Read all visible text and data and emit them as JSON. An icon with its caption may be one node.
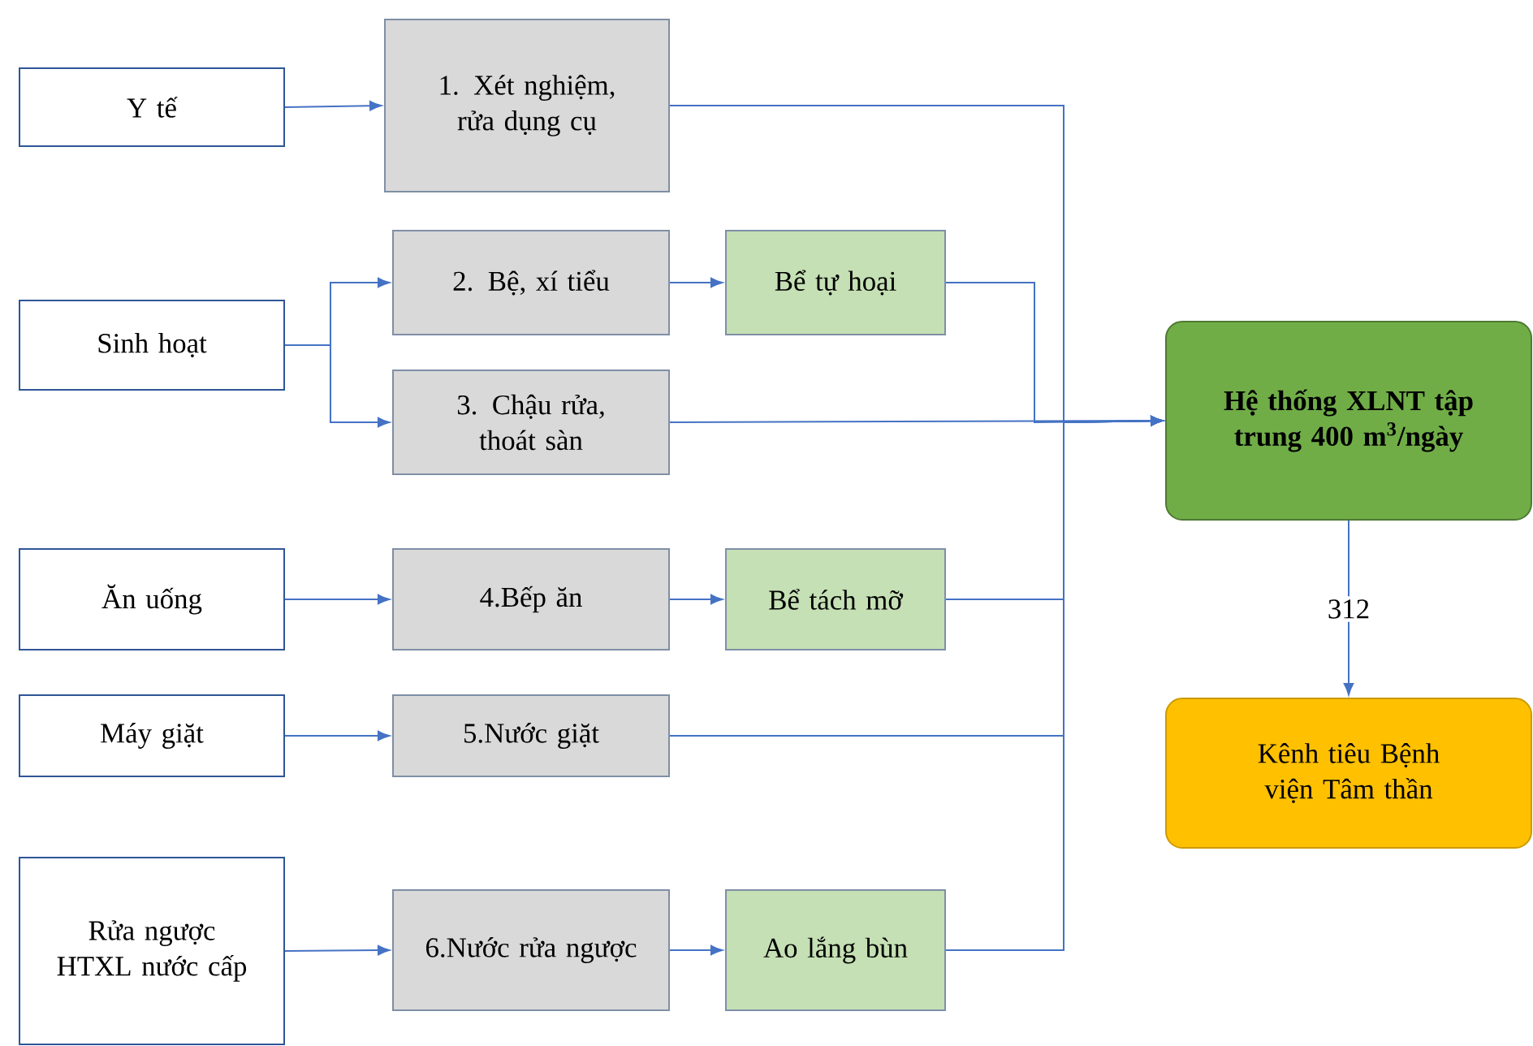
{
  "diagram": {
    "nodes": [
      {
        "text": [
          "Y tế"
        ]
      },
      {
        "text": [
          "1. Xét nghiệm, rửa dụng cụ"
        ]
      },
      {
        "text": [
          "Sinh hoạt"
        ]
      },
      {
        "text": [
          "2. Bệ, xí tiểu"
        ]
      },
      {
        "text": [
          "Bể tự hoại"
        ]
      },
      {
        "text": [
          "3. Chậu rửa, thoát sàn"
        ]
      },
      {
        "text": [
          "Ăn uống"
        ]
      },
      {
        "text": [
          "4.Bếp ăn"
        ]
      },
      {
        "text": [
          "Bể tách mỡ"
        ]
      },
      {
        "text": [
          "Máy giặt"
        ]
      },
      {
        "text": [
          "5.Nước giặt"
        ]
      },
      {
        "text": [
          "Rửa ngược HTXL nước cấp"
        ]
      },
      {
        "text": [
          "6.Nước rửa ngược"
        ]
      },
      {
        "text": [
          "Ao lắng bùn"
        ]
      },
      {
        "text": [
          "Hệ thống XLNT tập trung 400 m$^{3}$/ngày"
        ]
      },
      {
        "text": [
          "Kênh tiêu Bệnh viện Tâm thần"
        ]
      }
    ],
    "edges": [
      {
        "from": 0,
        "to": 1,
        "arrow": "to"
      },
      {
        "from": 2,
        "to": 3,
        "arrow": "to"
      },
      {
        "from": 2,
        "to": 5,
        "arrow": "to"
      },
      {
        "from": 3,
        "to": 4,
        "arrow": "to"
      },
      {
        "from": 6,
        "to": 7,
        "arrow": "to"
      },
      {
        "from": 7,
        "to": 8,
        "arrow": "to"
      },
      {
        "from": 9,
        "to": 10,
        "arrow": "to"
      },
      {
        "from": 11,
        "to": 12,
        "arrow": "to"
      },
      {
        "from": 12,
        "to": 13,
        "arrow": "to"
      },
      {
        "from": 1,
        "to": 14,
        "arrow": "to"
      },
      {
        "from": 4,
        "to": 14,
        "arrow": "to"
      },
      {
        "from": 5,
        "to": 14,
        "arrow": "to"
      },
      {
        "from": 8,
        "to": 14,
        "arrow": "to"
      },
      {
        "from": 10,
        "to": 14,
        "arrow": "to"
      },
      {
        "from": 13,
        "to": 14,
        "arrow": "to"
      },
      {
        "from": 14,
        "to": 15,
        "label": "312",
        "arrow": "to"
      }
    ]
  }
}
